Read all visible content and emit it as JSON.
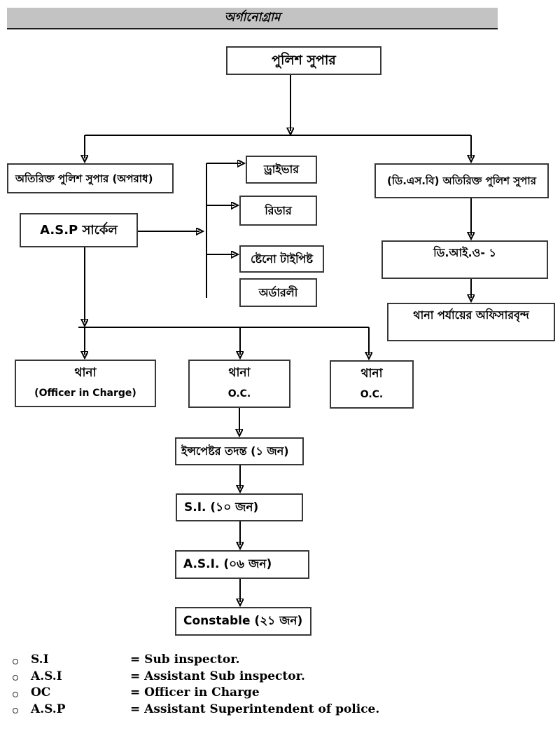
{
  "header": {
    "title": "অর্গানোগ্রাম"
  },
  "nodes": {
    "police_super": "পুলিশ সুপার",
    "addl_police_super_crime": "অতিরিক্ত পুলিশ সুপার (অপরাধ)",
    "asp_circle": "A.S.P সার্কেল",
    "driver": "ড্রাইভার",
    "reader": "রিডার",
    "steno_typist": "ষ্টেনো টাইপিষ্ট",
    "orderly": "অর্ডারলী",
    "dsb_addl_police_super": "(ডি.এস.বি) অতিরিক্ত পুলিশ সুপার",
    "dio_1": "ডি.আই.ও- ১",
    "thana_level_officers": "থানা পর্যায়ের অফিসারবৃন্দ",
    "thana_1": {
      "title": "থানা",
      "subtitle": "(Officer in Charge)"
    },
    "thana_2": {
      "title": "থানা",
      "subtitle": "O.C."
    },
    "thana_3": {
      "title": "থানা",
      "subtitle": "O.C."
    },
    "inspector_investigation": "ইন্সপেষ্টর তদন্ত (১ জন)",
    "sub_inspector": "S.I. (১০ জন)",
    "assistant_sub_inspector": "A.S.I. (০৬ জন)",
    "constable": "Constable (২১ জন)"
  },
  "connections": [
    {
      "from": "police_super",
      "to": "addl_police_super_crime"
    },
    {
      "from": "police_super",
      "to": "dsb_addl_police_super"
    },
    {
      "from": "asp_circle",
      "to": "driver"
    },
    {
      "from": "asp_circle",
      "to": "reader"
    },
    {
      "from": "asp_circle",
      "to": "steno_typist"
    },
    {
      "from": "asp_circle",
      "to": "thana_1"
    },
    {
      "from": "asp_circle",
      "to": "thana_2"
    },
    {
      "from": "asp_circle",
      "to": "thana_3"
    },
    {
      "from": "dsb_addl_police_super",
      "to": "dio_1"
    },
    {
      "from": "dio_1",
      "to": "thana_level_officers"
    },
    {
      "from": "thana_2",
      "to": "inspector_investigation"
    },
    {
      "from": "inspector_investigation",
      "to": "sub_inspector"
    },
    {
      "from": "sub_inspector",
      "to": "assistant_sub_inspector"
    },
    {
      "from": "assistant_sub_inspector",
      "to": "constable"
    }
  ],
  "legend": {
    "items": [
      {
        "term": "S.I",
        "definition": "= Sub inspector."
      },
      {
        "term": "A.S.I",
        "definition": "= Assistant Sub inspector."
      },
      {
        "term": "OC",
        "definition": "= Officer in Charge"
      },
      {
        "term": "A.S.P",
        "definition": "= Assistant Superintendent of police."
      }
    ]
  }
}
